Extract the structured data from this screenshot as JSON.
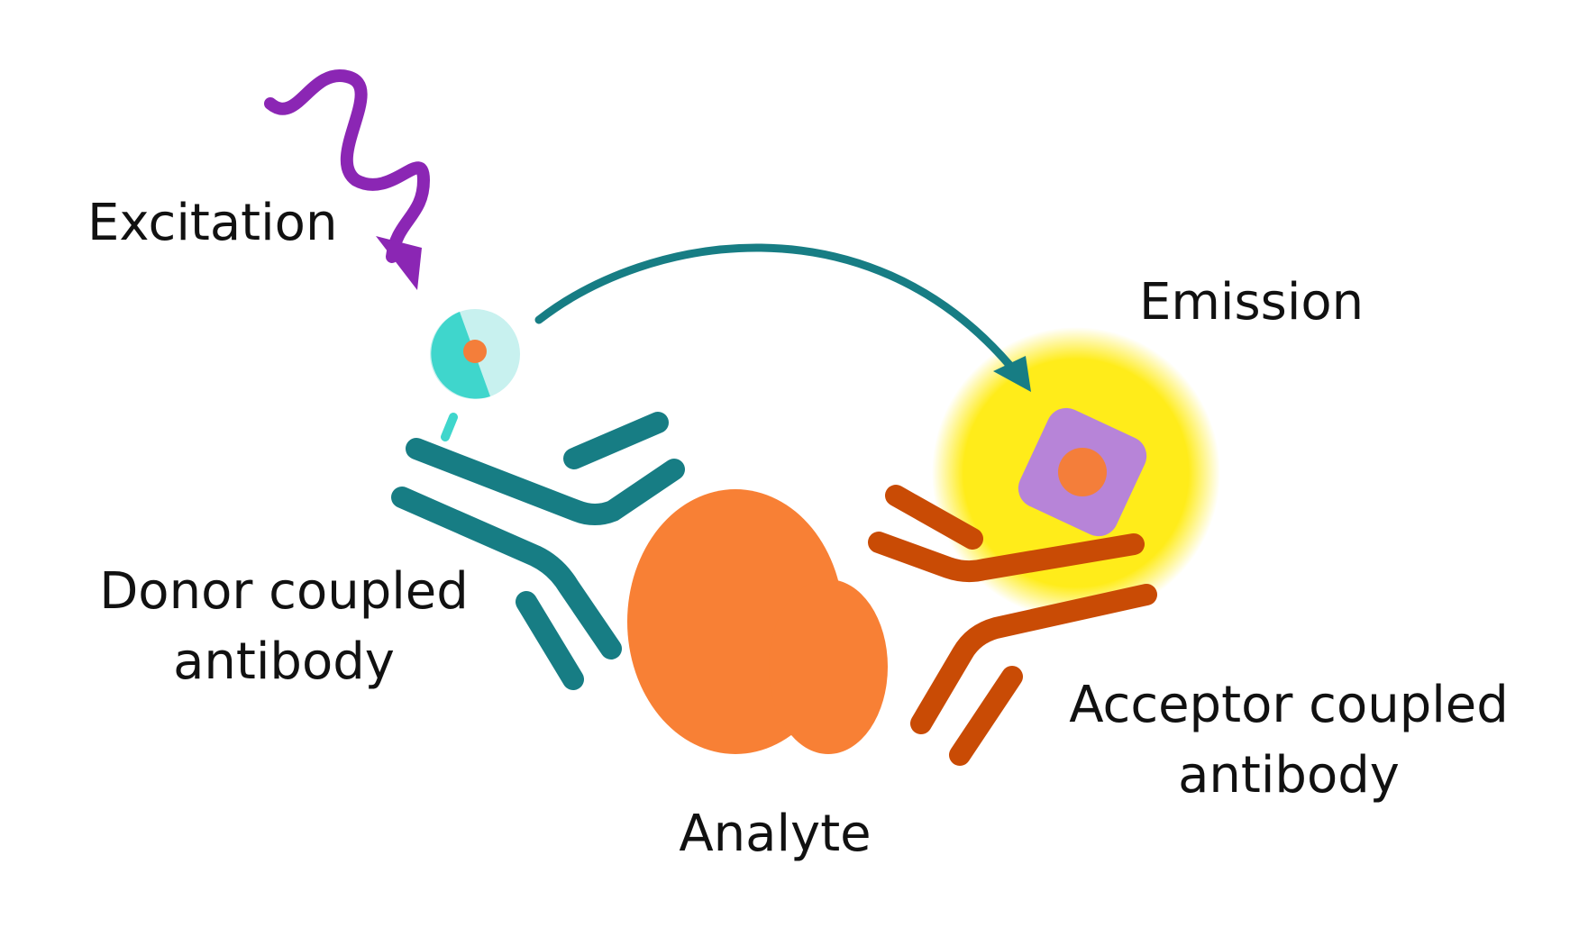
{
  "labels": {
    "excitation": "Excitation",
    "emission": "Emission",
    "donor_line1": "Donor coupled",
    "donor_line2": "antibody",
    "acceptor_line1": "Acceptor coupled",
    "acceptor_line2": "antibody",
    "analyte": "Analyte"
  },
  "colors": {
    "excitation_wave": "#8B26B4",
    "energy_transfer_arrow": "#177D84",
    "donor_antibody": "#177D84",
    "donor_probe": "#3FD6CC",
    "donor_probe_light": "#C8F1EF",
    "probe_core": "#F47E3A",
    "analyte": "#F88035",
    "acceptor_antibody": "#C94B05",
    "acceptor_probe": "#B784D8",
    "emission_glow": "#FFEC1A"
  }
}
